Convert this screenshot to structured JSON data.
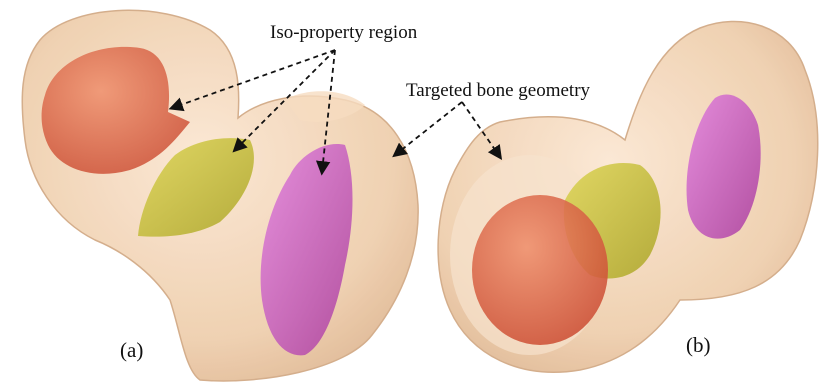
{
  "annotations": {
    "iso_property_region": "Iso-property region",
    "targeted_bone_geometry": "Targeted bone geometry"
  },
  "panels": {
    "a": "(a)",
    "b": "(b)"
  },
  "colors": {
    "bone": "#f2d3b3",
    "bone_edge": "#d9b493",
    "red_region": "#e06a4a",
    "yellow_region": "#c9c23a",
    "magenta_region": "#c94fc2",
    "arrow": "#111111"
  }
}
